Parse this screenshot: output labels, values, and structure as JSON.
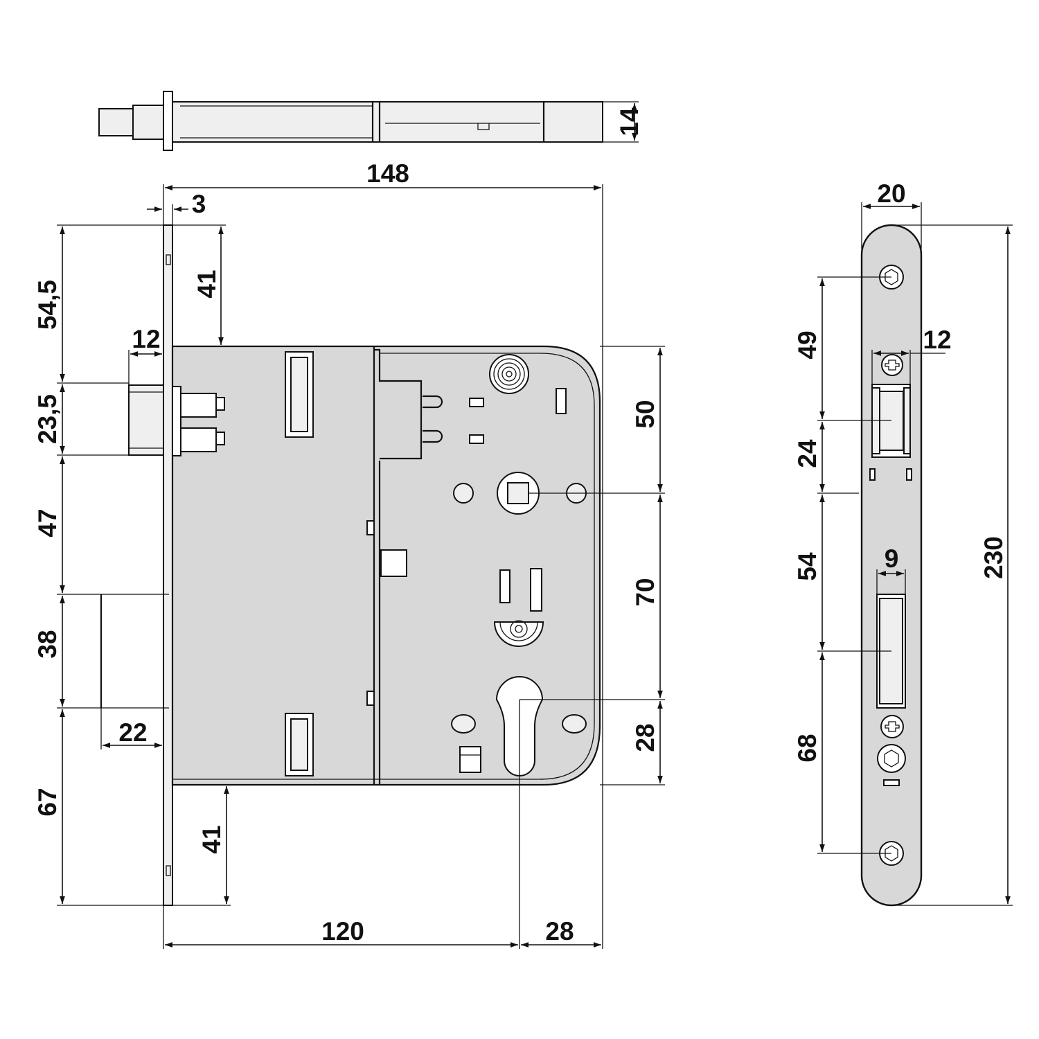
{
  "dimensions": {
    "top_thickness": "14",
    "total_width": "148",
    "faceplate_thickness": "3",
    "left_top_offset": "54,5",
    "top_to_case": "41",
    "latch_width": "12",
    "latch_height": "23,5",
    "latch_to_bolt": "47",
    "deadbolt_height": "38",
    "deadbolt_throw": "22",
    "bottom_offset": "67",
    "bottom_to_case": "41",
    "backset": "120",
    "right_backset": "28",
    "case_top_to_follower": "50",
    "follower_to_cylinder": "70",
    "cylinder_to_bottom": "28",
    "plate_width": "20",
    "plate_top_screw": "49",
    "plate_latch_width": "12",
    "plate_latch_height": "24",
    "plate_to_bolt": "54",
    "plate_bolt_width": "9",
    "plate_bottom": "68",
    "plate_height": "230"
  }
}
